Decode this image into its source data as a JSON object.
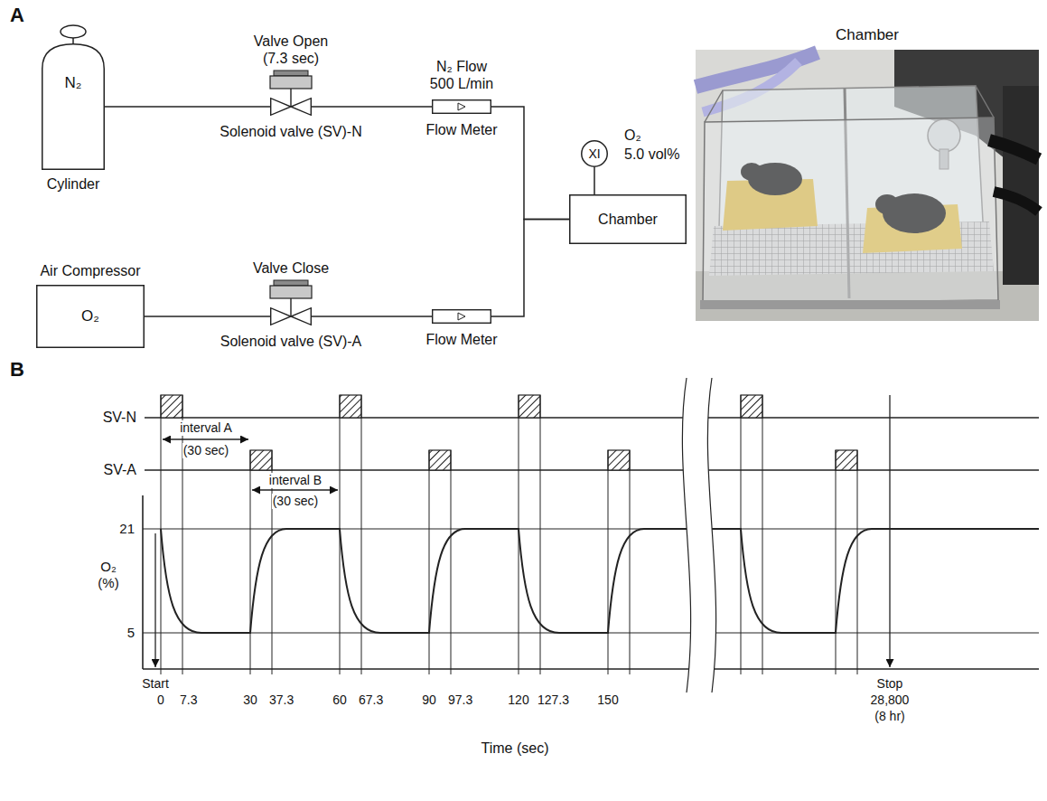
{
  "diagram": {
    "nodes": [
      {
        "text": [
          "N₂",
          "Cylinder"
        ]
      },
      {
        "text": [
          "Valve Open (7.3 sec)",
          "Solenoid valve (SV)-N"
        ]
      },
      {
        "text": [
          "N₂ Flow 500 L/min",
          "Flow Meter"
        ]
      },
      {
        "text": [
          "XI"
        ]
      },
      {
        "text": [
          "Chamber"
        ]
      },
      {
        "text": [
          "Chamber"
        ]
      },
      {
        "text": [
          "Air Compressor",
          "O₂"
        ]
      },
      {
        "text": [
          "Valve Close",
          "Solenoid valve (SV)-A"
        ]
      },
      {
        "text": [
          "Flow Meter"
        ]
      }
    ],
    "edges": [
      {
        "from": 0,
        "to": 1,
        "arrow": "none"
      },
      {
        "from": 1,
        "to": 2,
        "arrow": "none"
      },
      {
        "from": 2,
        "to": 4,
        "arrow": "none"
      },
      {
        "from": 3,
        "to": 4,
        "arrow": "none"
      },
      {
        "from": 6,
        "to": 7,
        "arrow": "none"
      },
      {
        "from": 7,
        "to": 8,
        "arrow": "none"
      },
      {
        "from": 8,
        "to": 4,
        "arrow": "none"
      }
    ],
    "labels": [
      "A",
      "O₂",
      "5.0 vol%",
      "B",
      "SV-N",
      "SV-A",
      "interval A",
      "(30 sec)",
      "interval B",
      "(30 sec)",
      "21",
      "5",
      "O₂ (%)",
      "Start",
      "0",
      "7.3",
      "30",
      "37.3",
      "60",
      "67.3",
      "90",
      "97.3",
      "120",
      "127.3",
      "150",
      "Stop",
      "28,800",
      "(8 hr)",
      "Time (sec)"
    ]
  }
}
